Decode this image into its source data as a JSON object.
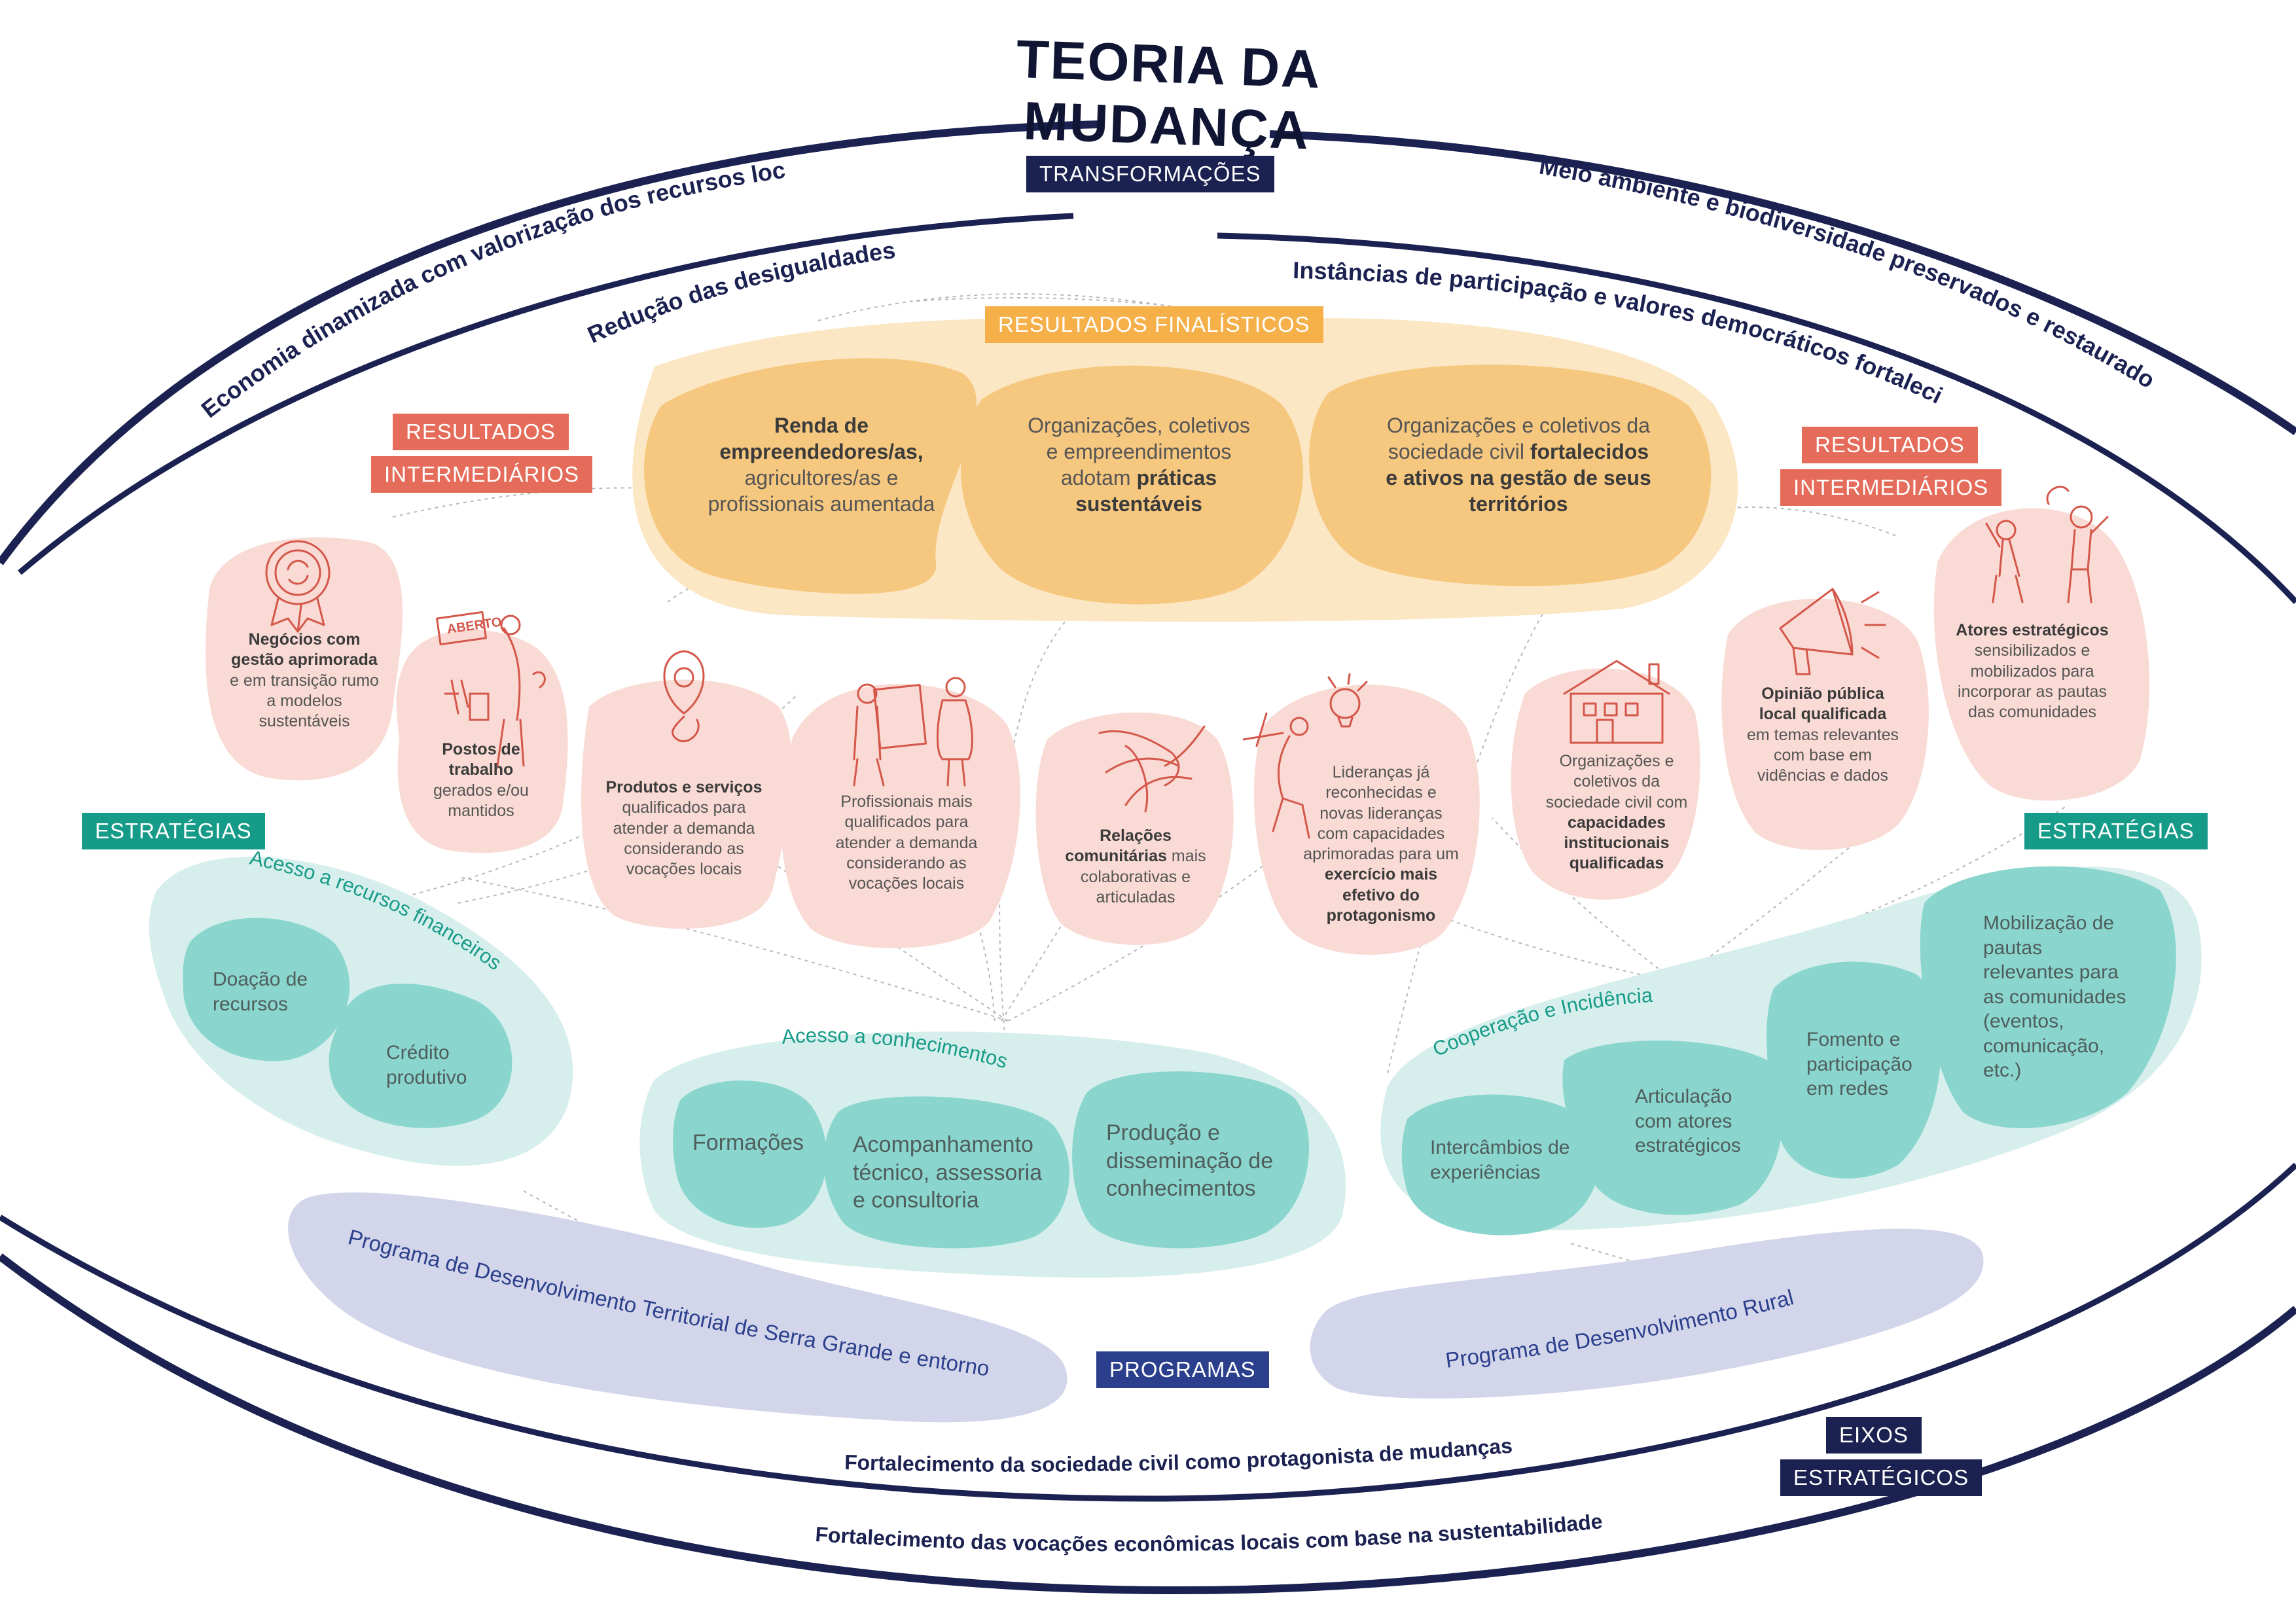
{
  "title": "TEORIA DA MUDANÇA",
  "tags": {
    "transformacoes": "TRANSFORMAÇÕES",
    "resultados_finalisticos": "RESULTADOS FINALÍSTICOS",
    "resultados_left_1": "RESULTADOS",
    "resultados_left_2": "INTERMEDIÁRIOS",
    "resultados_right_1": "RESULTADOS",
    "resultados_right_2": "INTERMEDIÁRIOS",
    "estrategias_left": "ESTRATÉGIAS",
    "estrategias_right": "ESTRATÉGIAS",
    "programas": "PROGRAMAS",
    "eixos_1": "EIXOS",
    "eixos_2": "ESTRATÉGICOS"
  },
  "transformations": {
    "economia": "Economia dinamizada com valorização dos recursos locais",
    "reducao": "Redução das desigualdades",
    "meio_ambiente": "Meio ambiente e biodiversidade preservados e restaurados",
    "instancias": "Instâncias de participação e valores democráticos fortalecidos"
  },
  "final_results": {
    "renda": {
      "bold": "Renda de empreendedores/as,",
      "rest": "agricultores/as e profissionais aumentada"
    },
    "praticas": {
      "pre": "Organizações, coletivos e empreendimentos adotam",
      "bold": "práticas sustentáveis"
    },
    "organizacoes": {
      "pre": "Organizações e coletivos da sociedade civil",
      "bold": "fortalecidos e ativos na gestão de seus territórios"
    }
  },
  "intermediate_results": {
    "negocios": {
      "bold": "Negócios com gestão aprimorada",
      "rest": "e em transição rumo a modelos sustentáveis"
    },
    "postos": {
      "bold": "Postos de trabalho",
      "rest": "gerados e/ou mantidos"
    },
    "produtos": {
      "bold": "Produtos e serviços",
      "rest": "qualificados para atender a demanda considerando as vocações locais"
    },
    "profissionais": {
      "rest": "Profissionais mais qualificados para atender a demanda considerando as vocações locais"
    },
    "relacoes": {
      "bold": "Relações comunitárias",
      "rest": "mais colaborativas e articuladas"
    },
    "liderancas": {
      "pre": "Lideranças já reconhecidas e novas lideranças com capacidades aprimoradas para um",
      "bold": "exercício mais efetivo do protagonismo"
    },
    "org_civil": {
      "pre": "Organizações e coletivos da sociedade civil com",
      "bold": "capacidades institucionais qualificadas"
    },
    "opiniao": {
      "bold": "Opinião pública local qualificada",
      "rest": "em temas relevantes com base em vidências e dados"
    },
    "atores": {
      "bold": "Atores estratégicos",
      "rest": "sensibilizados e mobilizados para incorporar as pautas das comunidades"
    },
    "aberto_sign": "ABERTO"
  },
  "strategies": {
    "recursos": {
      "label": "Acesso a recursos financeiros",
      "items": [
        "Doação de recursos",
        "Crédito produtivo"
      ]
    },
    "conhecimentos": {
      "label": "Acesso a conhecimentos",
      "items": [
        "Formações",
        "Acompanhamento técnico, assessoria e consultoria",
        "Produção e disseminação de conhecimentos"
      ]
    },
    "cooperacao": {
      "label": "Cooperação e Incidência",
      "items": [
        "Intercâmbios de experiências",
        "Articulação com atores estratégicos",
        "Fomento e participação em redes",
        "Mobilização de pautas relevantes para as comunidades (eventos, comunicação, etc.)"
      ]
    }
  },
  "programs": {
    "serra_grande": "Programa de Desenvolvimento Territorial de Serra Grande e entorno",
    "rural": "Programa de Desenvolvimento Rural"
  },
  "axes": {
    "sociedade_civil": "Fortalecimento da sociedade civil como protagonista de mudanças",
    "vocacoes": "Fortalecimento das vocações econômicas locais com base na sustentabilidade"
  },
  "colors": {
    "navy": "#1b2150",
    "red": "#e56c5a",
    "orange": "#f5b04a",
    "teal": "#179b89",
    "programs_blue": "#2b3f8c",
    "pink_blob": "#f9dad4",
    "orange_blob": "#f6c77e",
    "teal_blob": "#8ad6ce",
    "lavender": "#d3d6ea"
  }
}
